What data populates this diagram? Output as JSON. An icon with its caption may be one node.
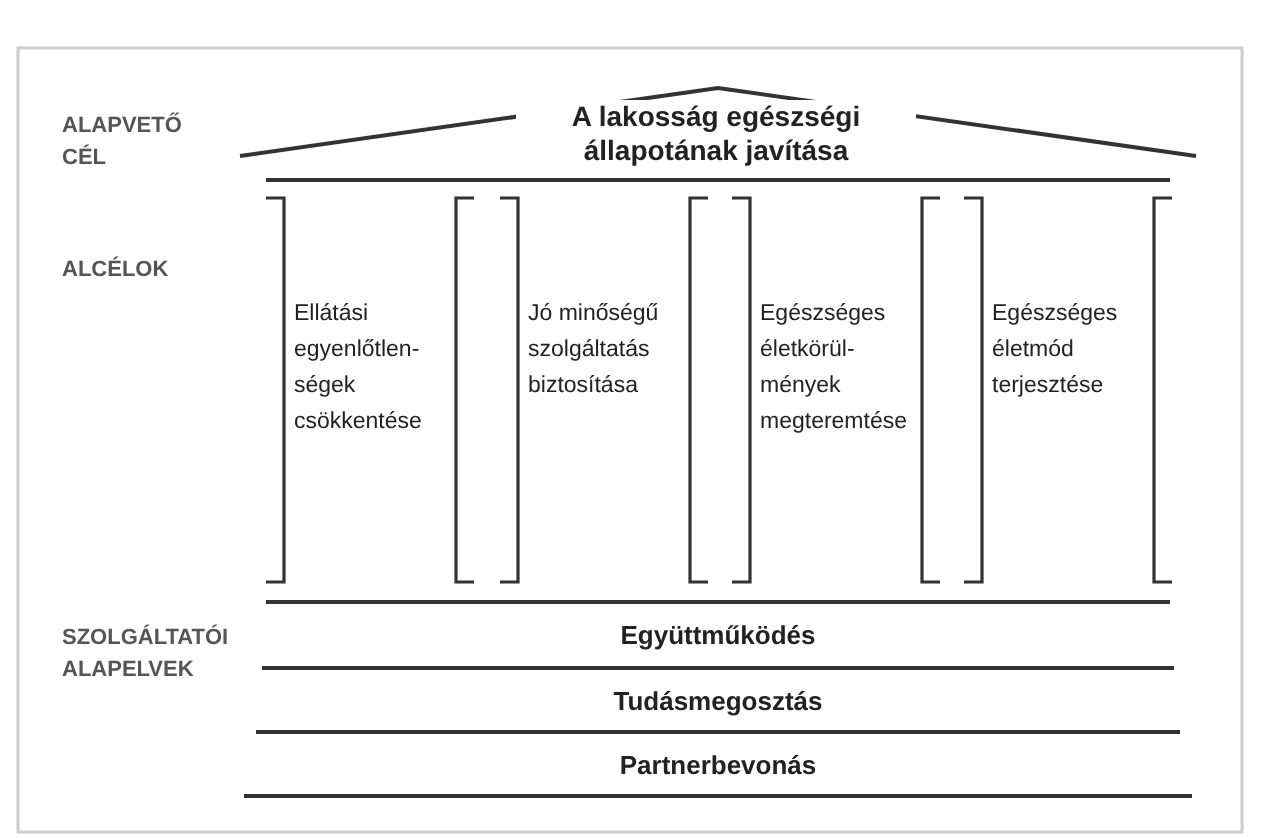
{
  "diagram": {
    "nodes": [
      {
        "text": [
          "A lakosság egészségi állapotának javítása"
        ]
      },
      {
        "text": [
          "Ellátási egyenlőtlen-ségek csökkentése"
        ]
      },
      {
        "text": [
          "Jó minőségű szolgáltatás biztosítása"
        ]
      },
      {
        "text": [
          "Egészséges életkörül-mények megteremtése"
        ]
      },
      {
        "text": [
          "Egészséges életmód terjesztése"
        ]
      },
      {
        "text": [
          "Együttműködés"
        ]
      },
      {
        "text": [
          "Tudásmegosztás"
        ]
      },
      {
        "text": [
          "Partnerbevonás"
        ]
      }
    ],
    "labels": [
      "ALAPVETŐ CÉL",
      "ALCÉLOK",
      "SZOLGÁLTATÓI ALAPELVEK"
    ]
  }
}
